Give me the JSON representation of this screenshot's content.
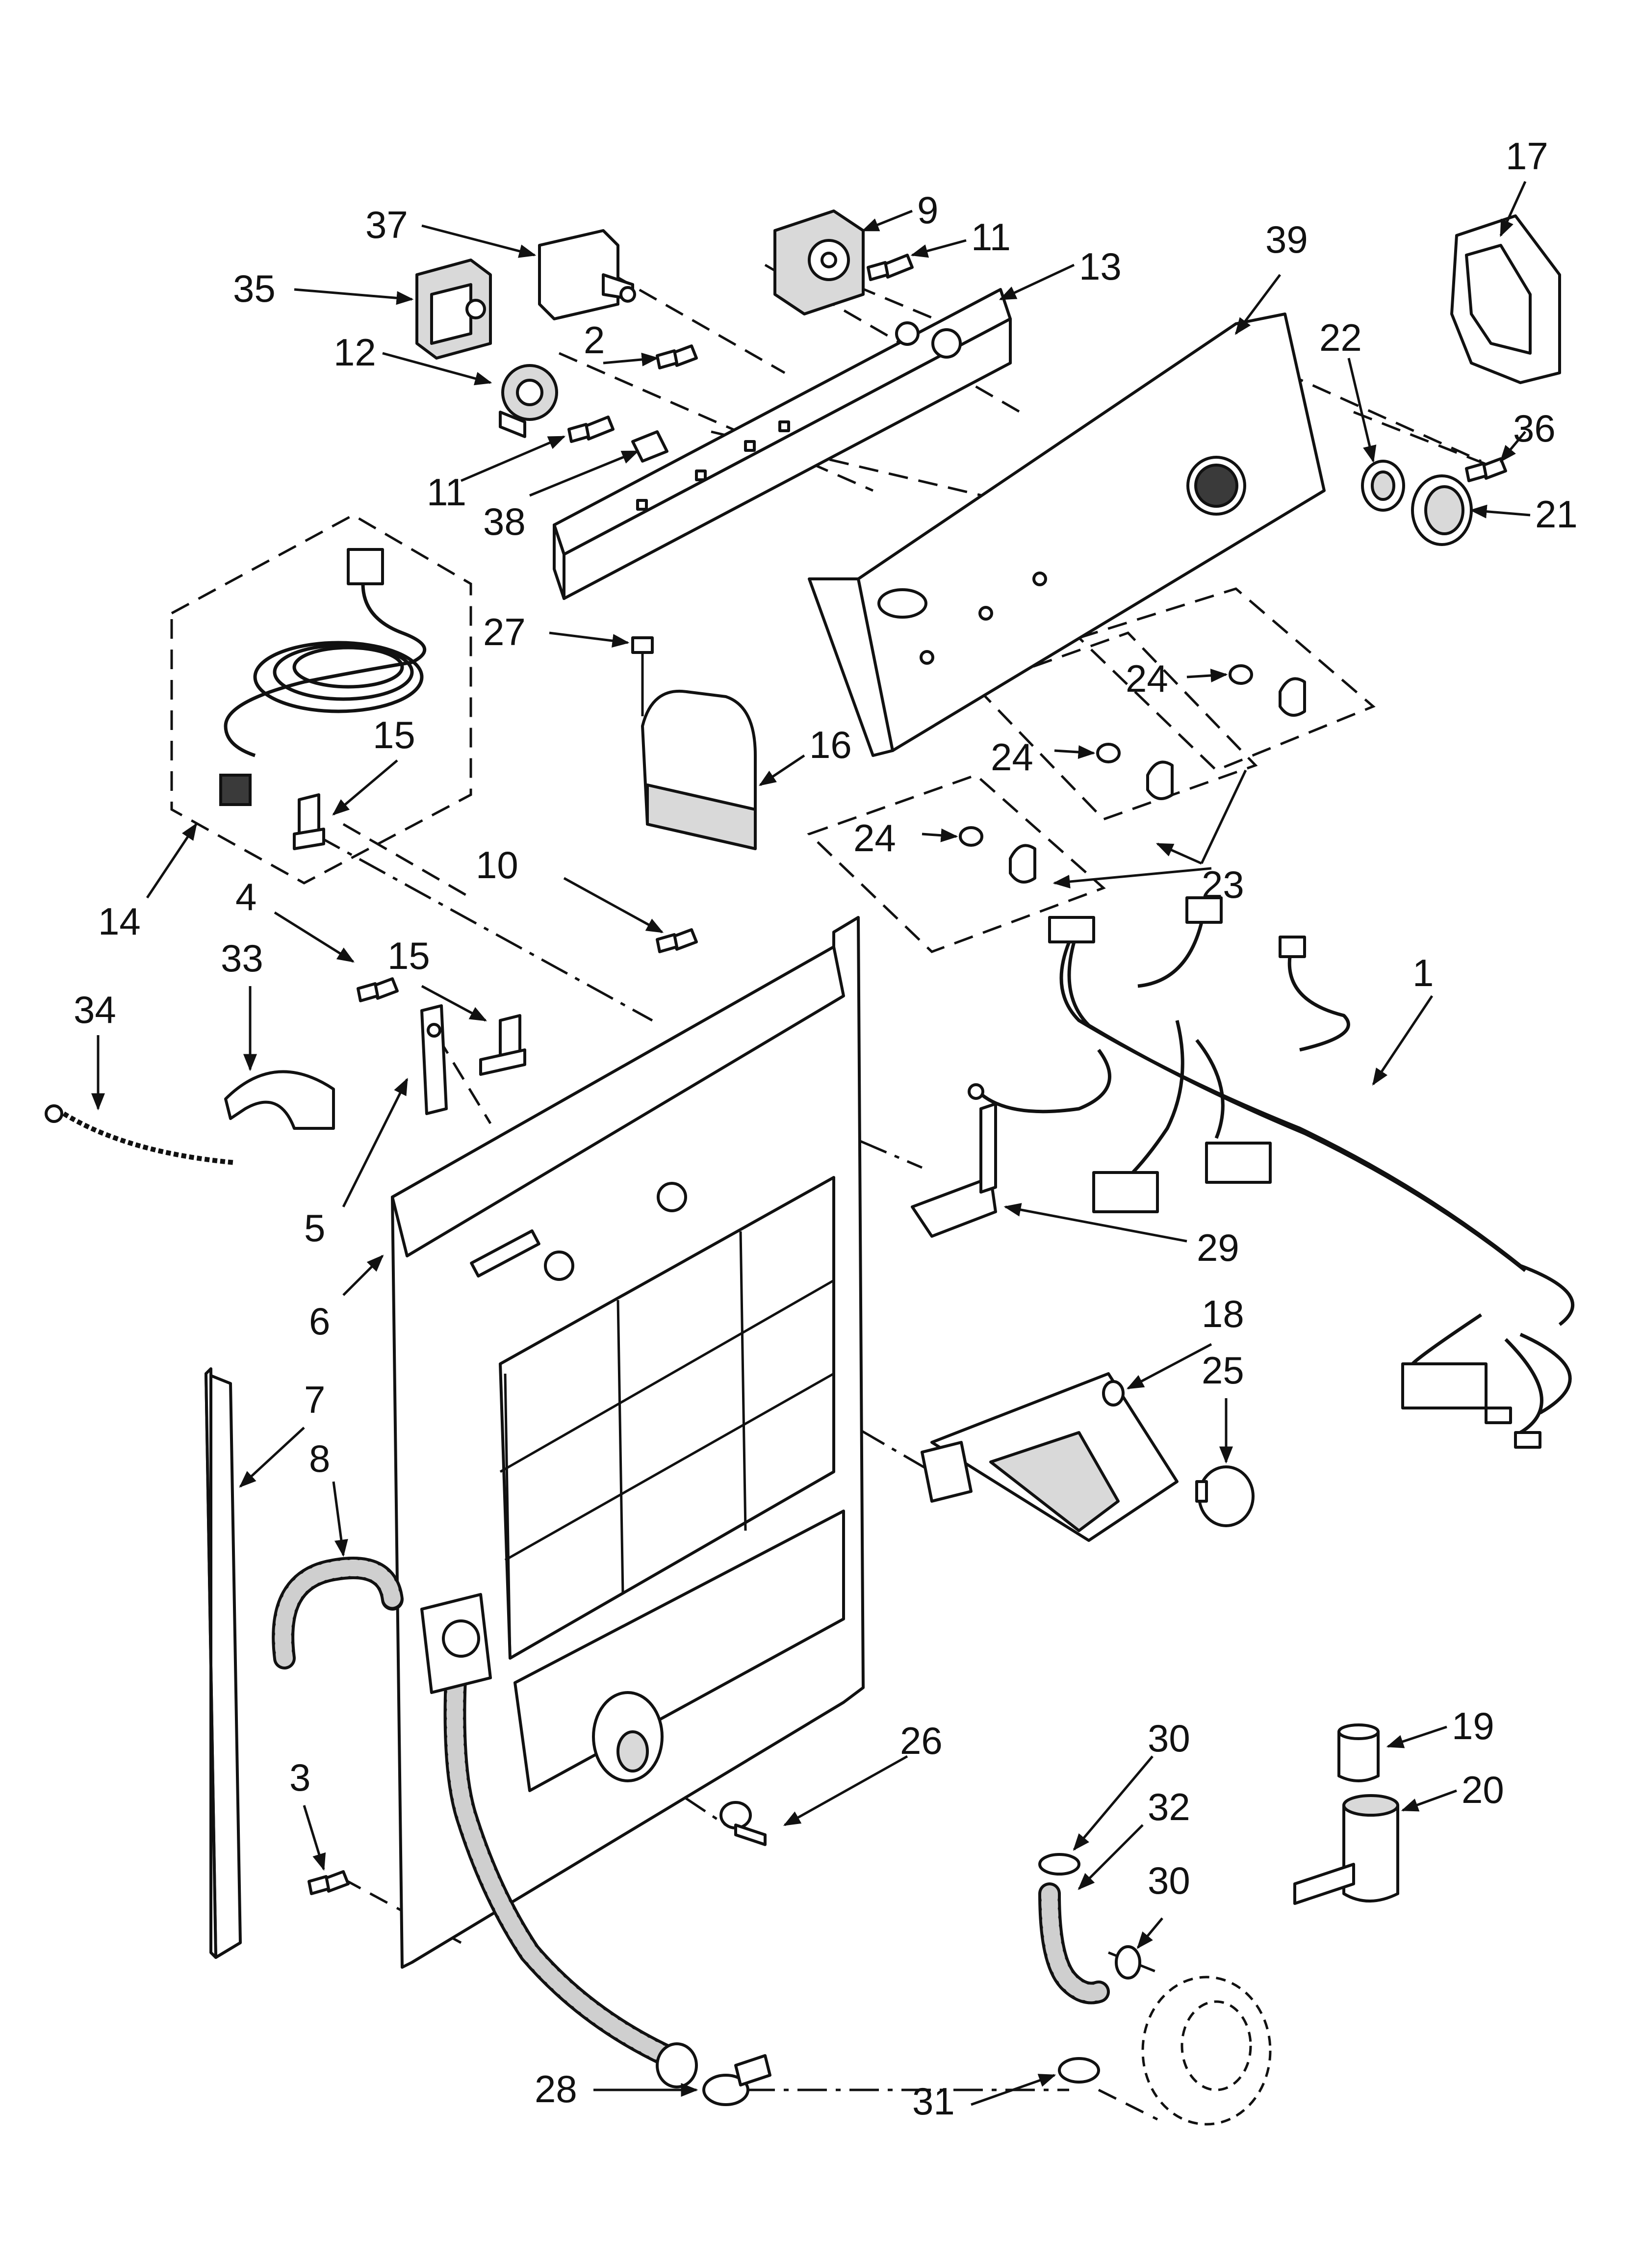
{
  "callouts": [
    {
      "id": "37",
      "label": "37"
    },
    {
      "id": "35",
      "label": "35"
    },
    {
      "id": "9",
      "label": "9"
    },
    {
      "id": "11a",
      "label": "11"
    },
    {
      "id": "13",
      "label": "13"
    },
    {
      "id": "39",
      "label": "39"
    },
    {
      "id": "17",
      "label": "17"
    },
    {
      "id": "2",
      "label": "2"
    },
    {
      "id": "12",
      "label": "12"
    },
    {
      "id": "22",
      "label": "22"
    },
    {
      "id": "36",
      "label": "36"
    },
    {
      "id": "11b",
      "label": "11"
    },
    {
      "id": "38",
      "label": "38"
    },
    {
      "id": "21",
      "label": "21"
    },
    {
      "id": "27",
      "label": "27"
    },
    {
      "id": "15a",
      "label": "15"
    },
    {
      "id": "24a",
      "label": "24"
    },
    {
      "id": "16",
      "label": "16"
    },
    {
      "id": "24b",
      "label": "24"
    },
    {
      "id": "24c",
      "label": "24"
    },
    {
      "id": "23",
      "label": "23"
    },
    {
      "id": "14",
      "label": "14"
    },
    {
      "id": "10",
      "label": "10"
    },
    {
      "id": "4",
      "label": "4"
    },
    {
      "id": "33",
      "label": "33"
    },
    {
      "id": "15b",
      "label": "15"
    },
    {
      "id": "34",
      "label": "34"
    },
    {
      "id": "1",
      "label": "1"
    },
    {
      "id": "5",
      "label": "5"
    },
    {
      "id": "29",
      "label": "29"
    },
    {
      "id": "6",
      "label": "6"
    },
    {
      "id": "18",
      "label": "18"
    },
    {
      "id": "25",
      "label": "25"
    },
    {
      "id": "7",
      "label": "7"
    },
    {
      "id": "8",
      "label": "8"
    },
    {
      "id": "26",
      "label": "26"
    },
    {
      "id": "3",
      "label": "3"
    },
    {
      "id": "30a",
      "label": "30"
    },
    {
      "id": "19",
      "label": "19"
    },
    {
      "id": "32",
      "label": "32"
    },
    {
      "id": "20",
      "label": "20"
    },
    {
      "id": "30b",
      "label": "30"
    },
    {
      "id": "28",
      "label": "28"
    },
    {
      "id": "31",
      "label": "31"
    }
  ]
}
